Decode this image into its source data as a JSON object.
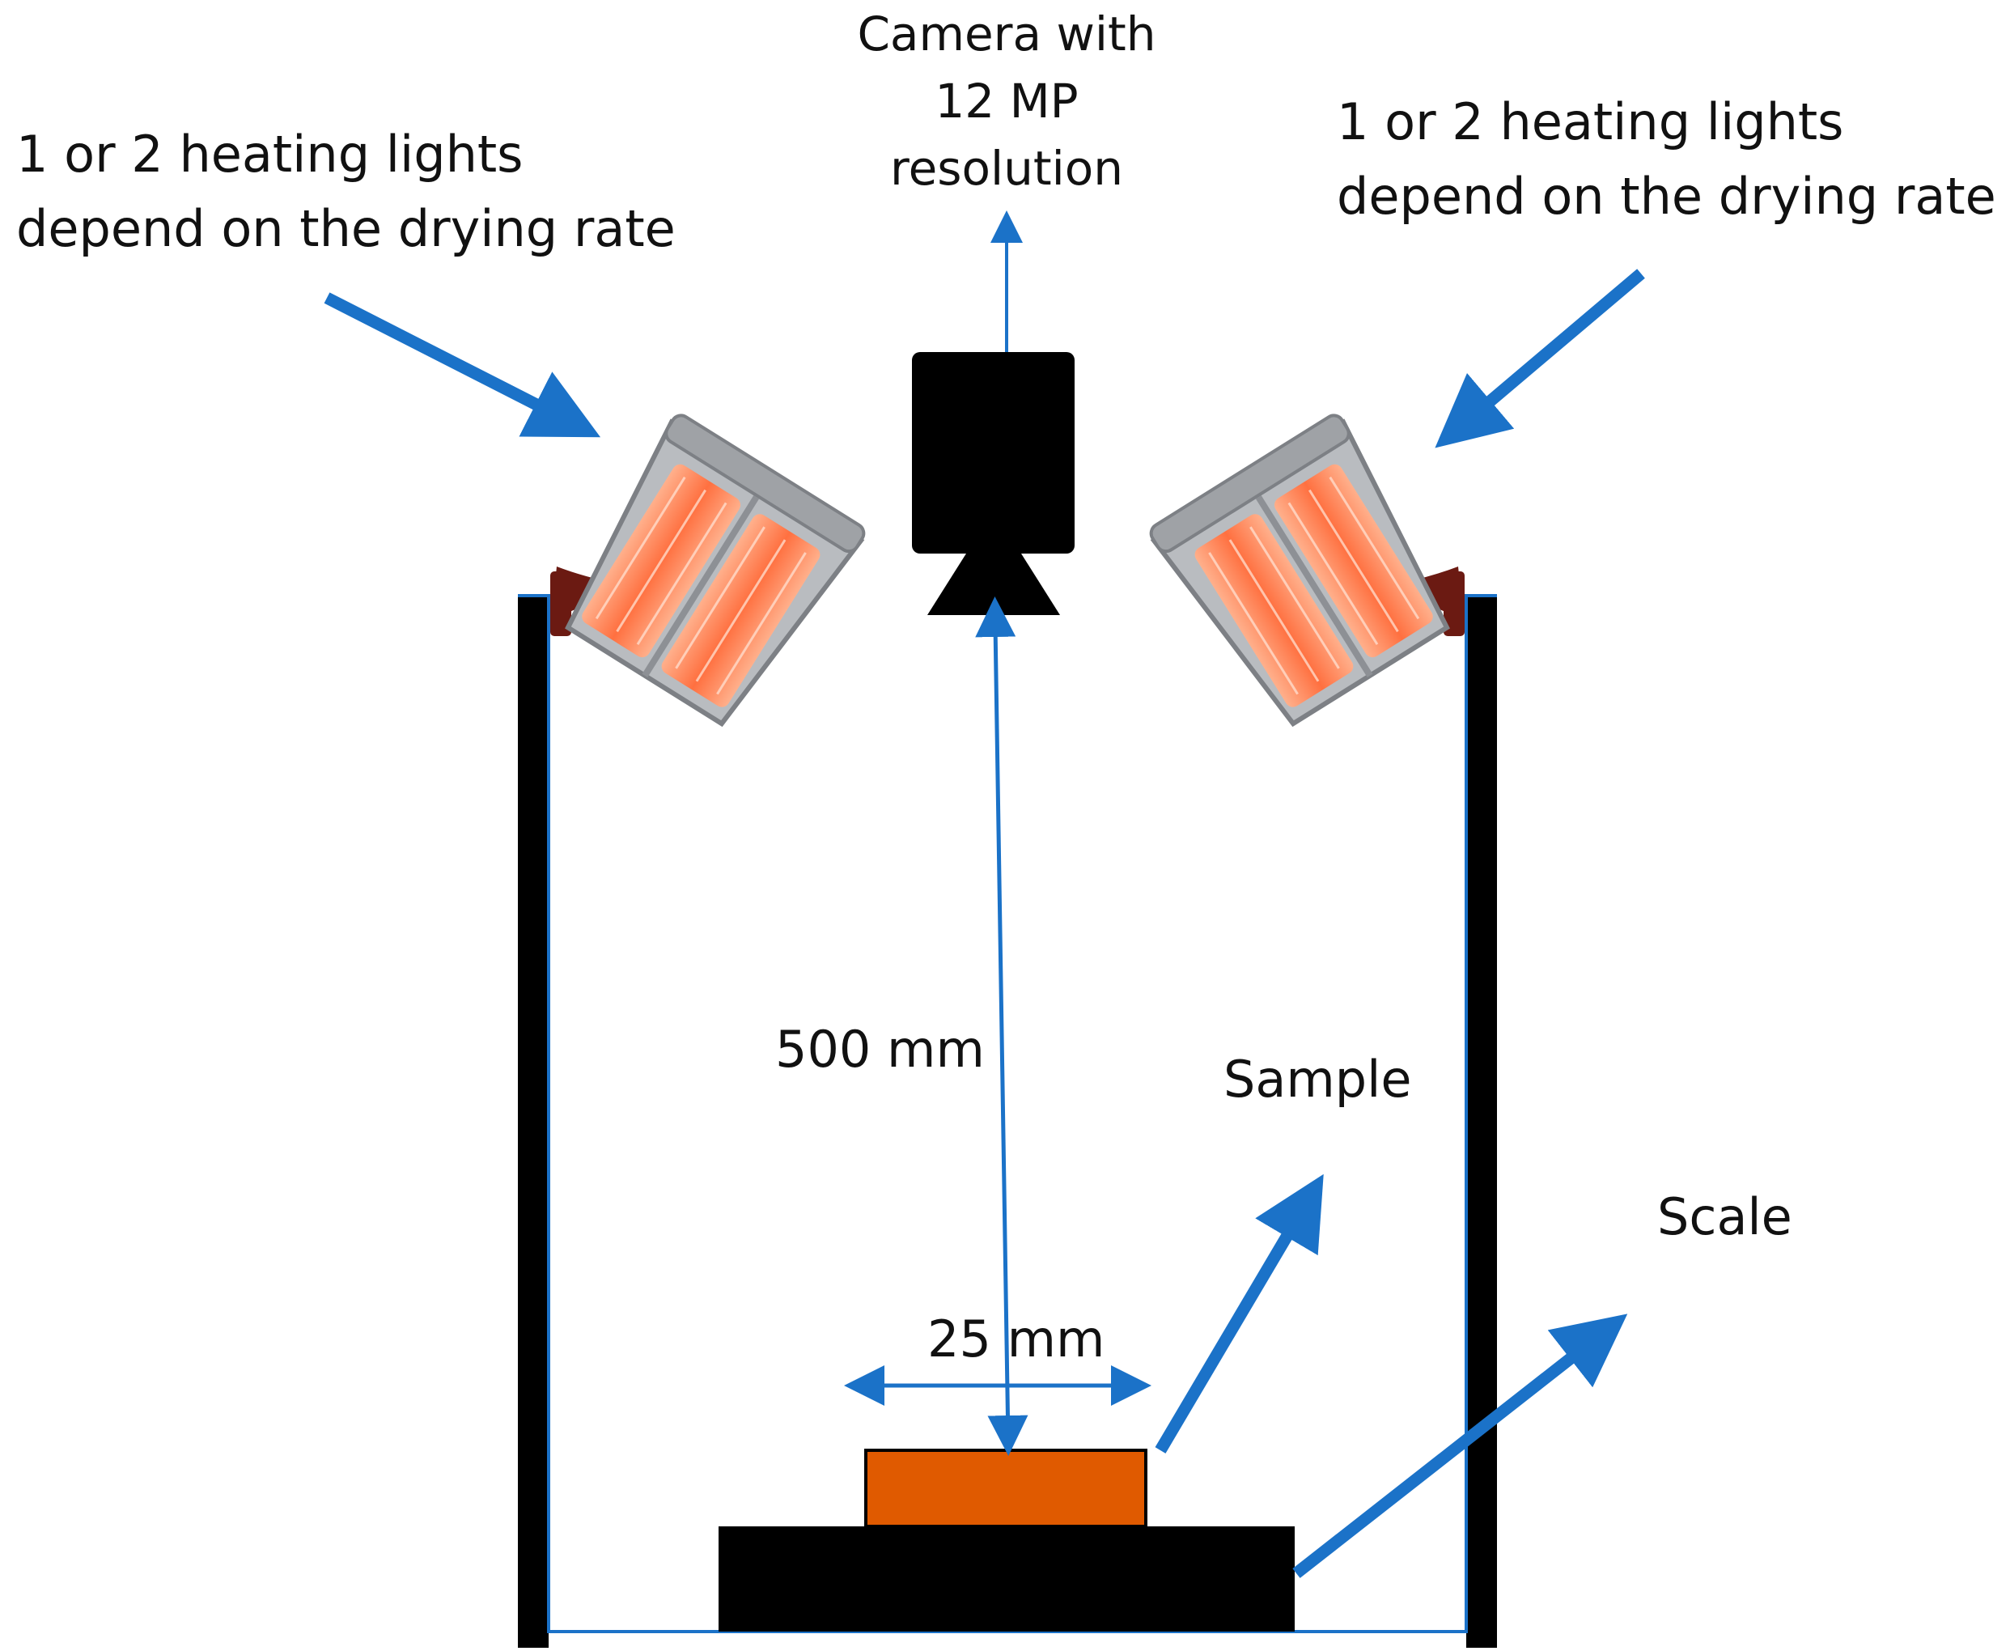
{
  "labels": {
    "left_heater_line1": "1 or 2 heating lights",
    "left_heater_line2": "depend on the drying rate",
    "right_heater_line1": "1 or 2 heating lights",
    "right_heater_line2": "depend on the drying rate",
    "camera_line1": "Camera with",
    "camera_line2": "12 MP",
    "camera_line3": "resolution",
    "distance": "500 mm",
    "width": "25 mm",
    "sample": "Sample",
    "scale": "Scale"
  },
  "colors": {
    "arrow": "#1b72c8",
    "frame": "#000000",
    "frame_outline": "#1b72c8",
    "camera": "#000000",
    "sample": "#e05a00",
    "scale": "#000000",
    "heater_housing": "#b9bcc0",
    "heater_glow": "#ff8a60",
    "heater_bracket": "#6b1a12"
  },
  "icons": {
    "camera": "camera-icon",
    "heater": "infrared-heater-icon"
  }
}
